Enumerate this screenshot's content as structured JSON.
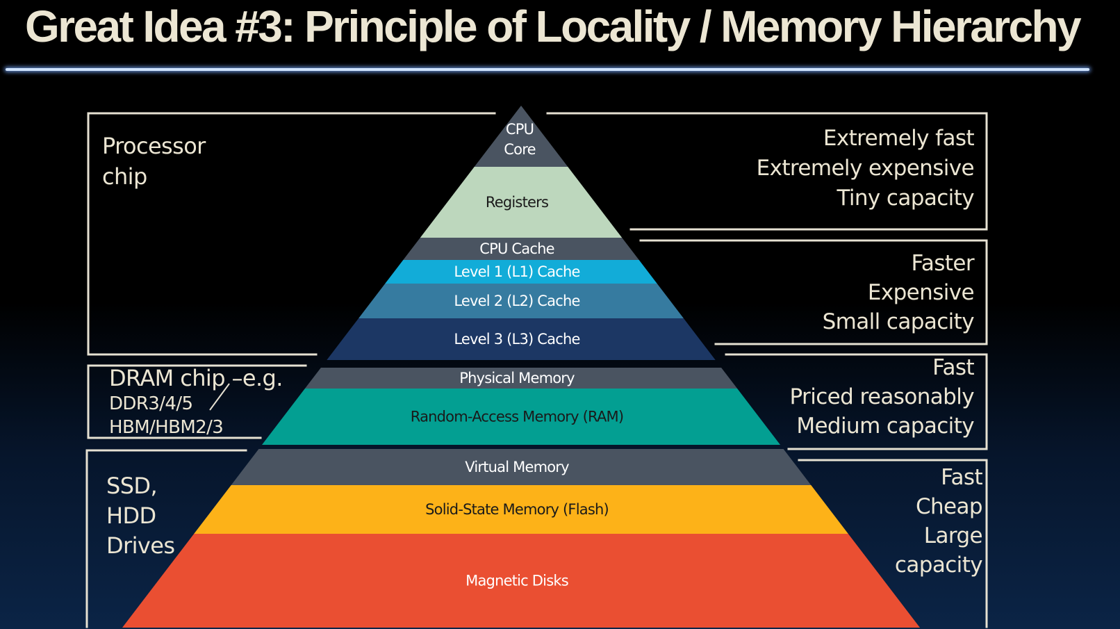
{
  "slide": {
    "title": "Great Idea #3: Principle of Locality / Memory Hierarchy"
  },
  "pyramid": [
    {
      "label": "CPU",
      "label2": "Core",
      "fill": "#4a5461",
      "text_color": "#ffffff"
    },
    {
      "label": "Registers",
      "fill": "#bdd7bd",
      "text_color": "#1a1a1a"
    },
    {
      "label": "CPU Cache",
      "fill": "#4a5461",
      "text_color": "#ffffff"
    },
    {
      "label": "Level 1 (L1) Cache",
      "fill": "#12acd8",
      "text_color": "#ffffff"
    },
    {
      "label": "Level 2 (L2) Cache",
      "fill": "#367ba0",
      "text_color": "#ffffff"
    },
    {
      "label": "Level 3 (L3) Cache",
      "fill": "#1c3764",
      "text_color": "#ffffff"
    },
    {
      "label": "Physical Memory",
      "fill": "#4a5461",
      "text_color": "#ffffff"
    },
    {
      "label": "Random-Access Memory (RAM)",
      "fill": "#039f92",
      "text_color": "#1a1a1a"
    },
    {
      "label": "Virtual Memory",
      "fill": "#4a5461",
      "text_color": "#ffffff"
    },
    {
      "label": "Solid-State Memory (Flash)",
      "fill": "#fdb218",
      "text_color": "#1a1a1a"
    },
    {
      "label": "Magnetic Disks",
      "fill": "#ea4f32",
      "text_color": "#ffffff"
    }
  ],
  "left_brackets": {
    "processor": {
      "line1": "Processor",
      "line2": "chip"
    },
    "dram": {
      "line1": "DRAM chip –e.g.",
      "line2": "DDR3/4/5",
      "line3": "HBM/HBM2/3"
    },
    "drives": {
      "line1": "SSD,",
      "line2": "HDD",
      "line3": "Drives"
    }
  },
  "right_brackets": {
    "top": {
      "line1": "Extremely fast",
      "line2": "Extremely expensive",
      "line3": "Tiny capacity"
    },
    "cache": {
      "line1": "Faster",
      "line2": "Expensive",
      "line3": "Small capacity"
    },
    "memory": {
      "line1": "Fast",
      "line2": "Priced reasonably",
      "line3": "Medium capacity"
    },
    "storage": {
      "line1": "Fast",
      "line2": "Cheap",
      "line3": "Large",
      "line4": "capacity"
    }
  },
  "colors": {
    "text": "#ece6d3",
    "bracket": "#e6e1d2",
    "glow": "#cfe3ff"
  }
}
